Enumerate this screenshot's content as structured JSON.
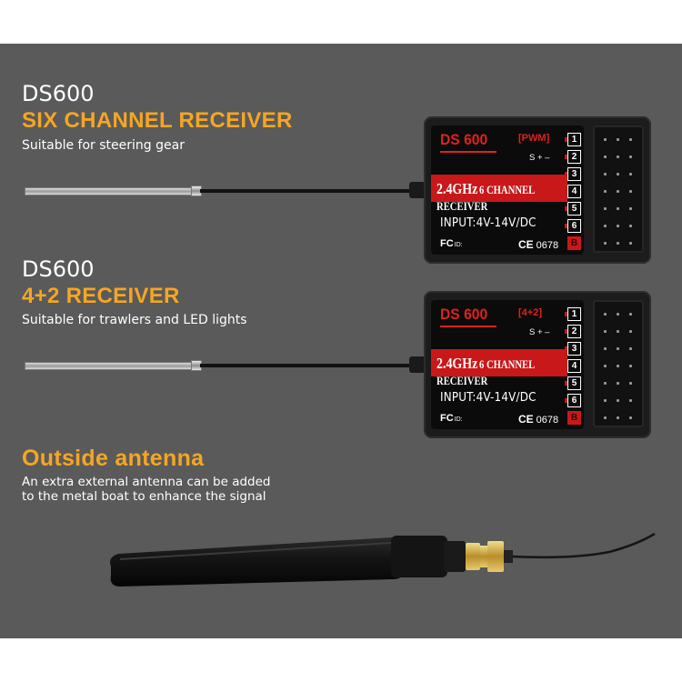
{
  "sections": [
    {
      "model": "DS600",
      "headline": "SIX CHANNEL RECEIVER",
      "description": "Suitable for steering gear"
    },
    {
      "model": "DS600",
      "headline": "4+2 RECEIVER",
      "description": "Suitable for trawlers and LED lights"
    }
  ],
  "antenna": {
    "headline": "Outside antenna",
    "description_line1": "An extra external antenna can be added",
    "description_line2": "to the metal boat to enhance the signal"
  },
  "receivers": [
    {
      "name": "DS 600",
      "mode": "PWM",
      "pins": "S + –",
      "band_ghz": "2.4GHz",
      "band_channels": "6 CHANNEL RECEIVER",
      "input": "INPUT:4V-14V/DC",
      "fcc": "FC",
      "fcc_id": "ID:",
      "ce": "CE",
      "ce_number": "0678",
      "channels": [
        "1",
        "2",
        "3",
        "4",
        "5",
        "6",
        "B"
      ]
    },
    {
      "name": "DS 600",
      "mode": "4+2",
      "pins": "S + –",
      "band_ghz": "2.4GHz",
      "band_channels": "6 CHANNEL RECEIVER",
      "input": "INPUT:4V-14V/DC",
      "fcc": "FC",
      "fcc_id": "ID:",
      "ce": "CE",
      "ce_number": "0678",
      "channels": [
        "1",
        "2",
        "3",
        "4",
        "5",
        "6",
        "B"
      ]
    }
  ],
  "colors": {
    "background": "#5a5a5a",
    "accent": "#f5a623",
    "label_red": "#c8181a"
  }
}
